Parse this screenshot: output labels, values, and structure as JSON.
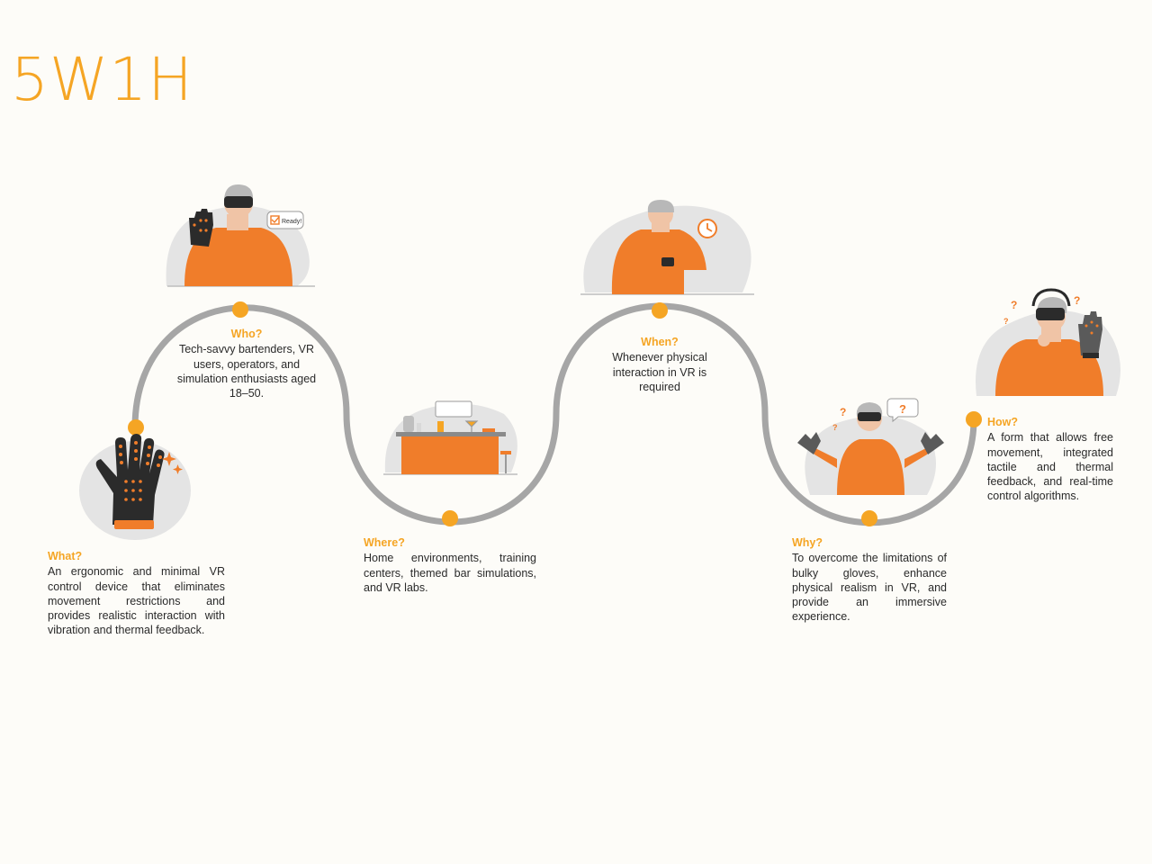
{
  "page_title": "5W1H",
  "colors": {
    "accent": "#f5a524",
    "orange": "#f07d2a",
    "path": "#a6a6a6",
    "blob": "#e4e4e4"
  },
  "items": [
    {
      "key": "what",
      "heading": "What?",
      "body": "An ergonomic and minimal VR control device that eliminates movement restrictions and provides realistic interaction with vibration and thermal feedback."
    },
    {
      "key": "who",
      "heading": "Who?",
      "body": "Tech-savvy bartenders, VR users, operators, and simulation enthusiasts aged 18–50."
    },
    {
      "key": "where",
      "heading": "Where?",
      "body": "Home environments, training centers, themed bar simulations, and VR labs."
    },
    {
      "key": "when",
      "heading": "When?",
      "body": "Whenever physical interaction in VR is required"
    },
    {
      "key": "why",
      "heading": "Why?",
      "body": "To overcome the limitations of bulky gloves, enhance physical realism in VR, and provide an immersive experience."
    },
    {
      "key": "how",
      "heading": "How?",
      "body": "A form that allows free movement, integrated tactile and thermal feedback, and real-time control algorithms."
    }
  ],
  "illustrations": {
    "ready_bubble": "Ready!",
    "question_mark": "?"
  }
}
